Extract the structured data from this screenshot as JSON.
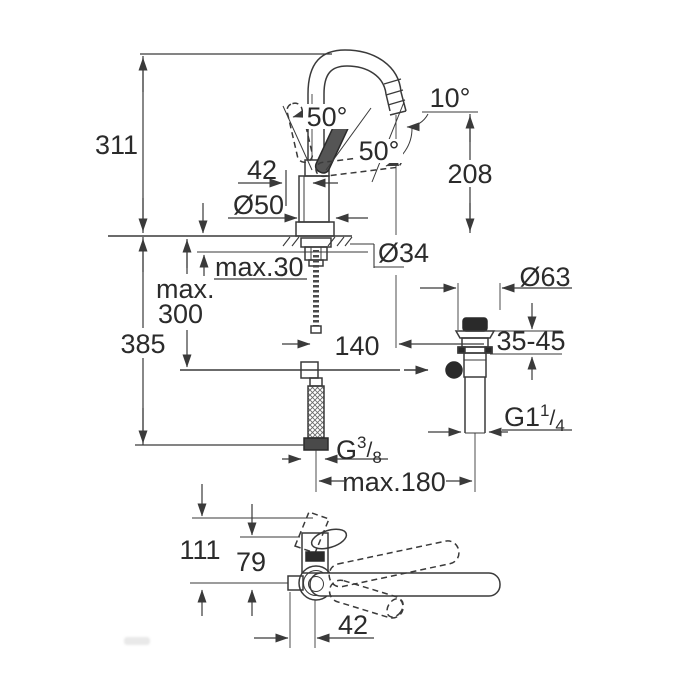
{
  "drawing": {
    "type": "technical-dimension-drawing",
    "subject": "single-lever basin mixer faucet with pop-up waste, installation dimensions",
    "colors": {
      "line": "#3a3a3a",
      "text": "#2b2b2b",
      "dark_fill": "#2a2a2a",
      "background": "#ffffff"
    }
  },
  "labels": {
    "total_height": "311",
    "total_depth": "385",
    "max_word": "max.",
    "max_depth_value": "300",
    "deck_thickness": "max.30",
    "base_dia": "Ø50",
    "handle_offset_top": "42",
    "handle_swivel_left": "50°",
    "handle_swivel_right": "50°",
    "spout_angle": "10°",
    "spout_height": "208",
    "hole_dia": "Ø34",
    "rod_length": "140",
    "drain_flange_dia": "Ø63",
    "mount_thickness_range": "35-45",
    "drain_thread_base": "G1",
    "drain_thread_num": "1",
    "drain_thread_slash": "/",
    "drain_thread_den": "4",
    "hose_thread_base": "G",
    "hose_thread_num": "3",
    "hose_thread_slash": "/",
    "hose_thread_den": "8",
    "hose_offset": "max.180",
    "top_reach": "111",
    "top_body_depth": "79",
    "top_handle_offset": "42"
  }
}
